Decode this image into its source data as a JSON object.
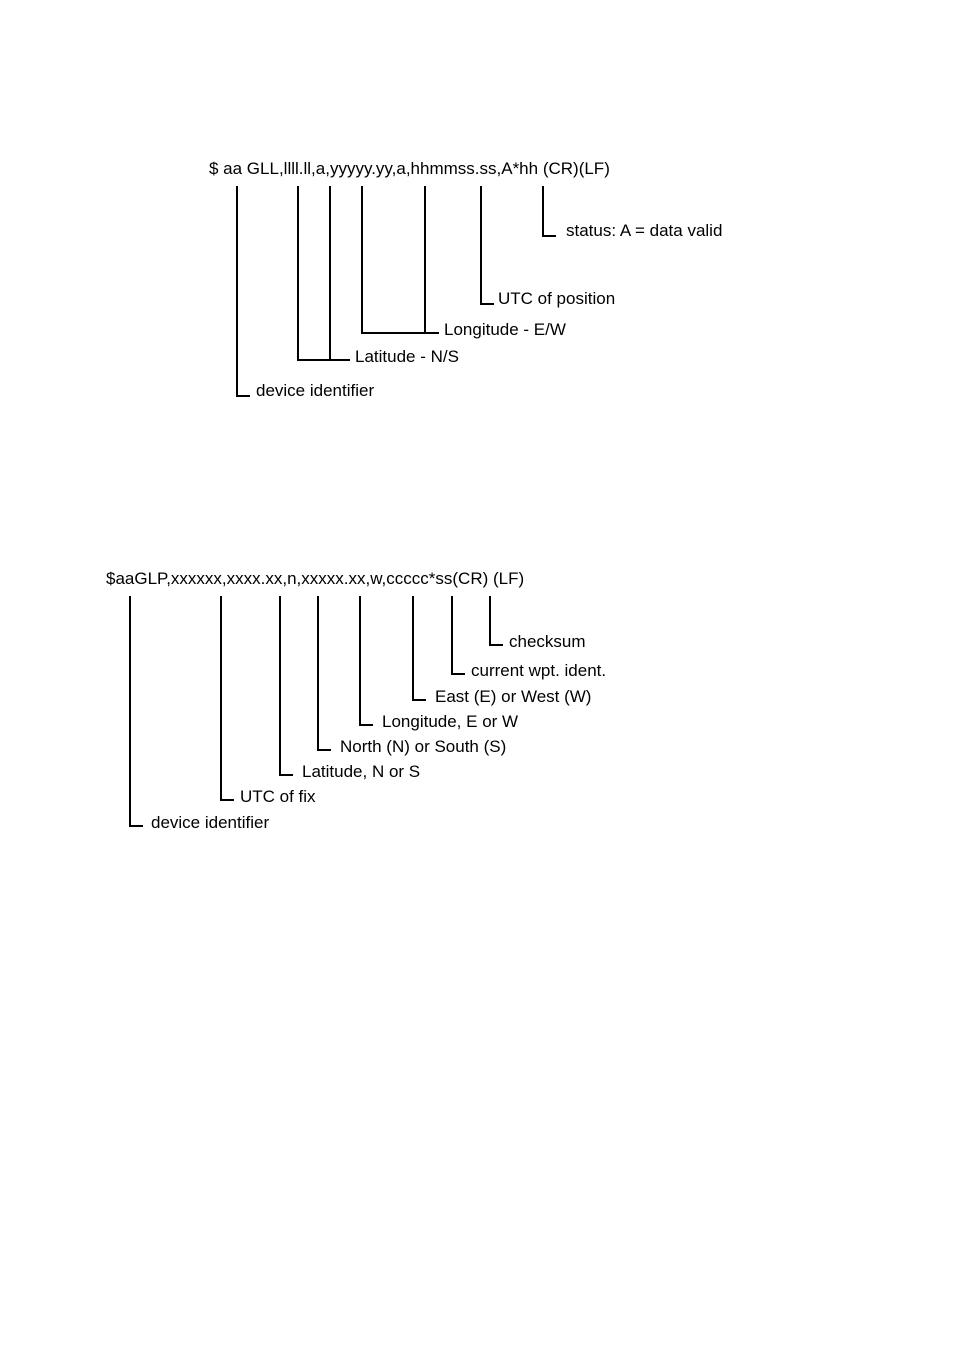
{
  "gll": {
    "sentence": "$ aa GLL,llll.ll,a,yyyyy.yy,a,hhmmss.ss,A*hh (CR)(LF)",
    "labels": {
      "status": "status: A = data valid",
      "utc": "UTC of position",
      "longitude": "Longitude - E/W",
      "latitude": "Latitude - N/S",
      "device": "device identifier"
    }
  },
  "glp": {
    "sentence": "$aaGLP,xxxxxx,xxxx.xx,n,xxxxx.xx,w,ccccc*ss(CR) (LF)",
    "labels": {
      "checksum": "checksum",
      "waypoint": "current wpt. ident.",
      "east_west": "East (E) or West (W)",
      "longitude": "Longitude, E or W",
      "north_south": "North (N) or South (S)",
      "latitude": "Latitude, N or S",
      "utc": "UTC of fix",
      "device": "device identifier"
    }
  }
}
